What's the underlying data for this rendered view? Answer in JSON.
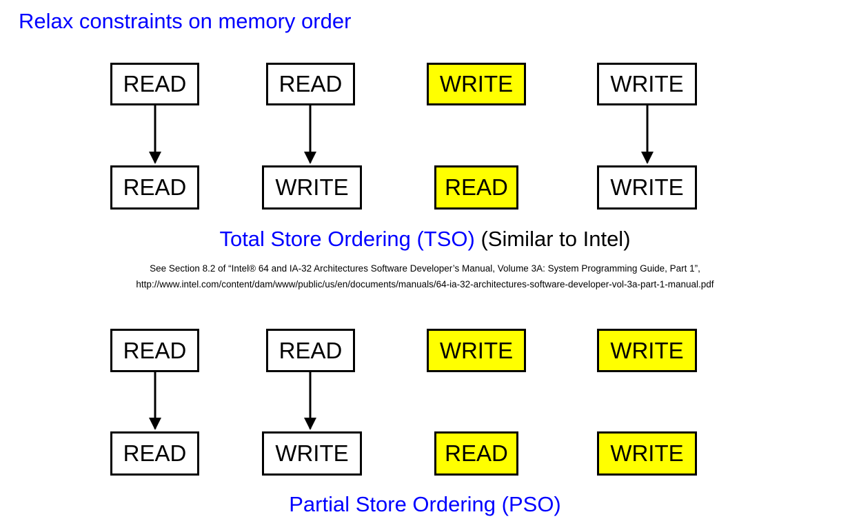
{
  "title": "Relax constraints on memory order",
  "colors": {
    "title_blue": "#0000ff",
    "highlight_yellow": "#ffff00",
    "border": "#000000"
  },
  "sections": [
    {
      "caption_blue": "Total Store Ordering (TSO)",
      "caption_black": " (Similar to Intel)",
      "pairs": [
        {
          "top": "READ",
          "bottom": "READ",
          "top_highlight": false,
          "bottom_highlight": false,
          "ordered": true
        },
        {
          "top": "READ",
          "bottom": "WRITE",
          "top_highlight": false,
          "bottom_highlight": false,
          "ordered": true
        },
        {
          "top": "WRITE",
          "bottom": "READ",
          "top_highlight": true,
          "bottom_highlight": true,
          "ordered": false
        },
        {
          "top": "WRITE",
          "bottom": "WRITE",
          "top_highlight": false,
          "bottom_highlight": false,
          "ordered": true
        }
      ]
    },
    {
      "caption_blue": "Partial Store Ordering (PSO)",
      "caption_black": "",
      "pairs": [
        {
          "top": "READ",
          "bottom": "READ",
          "top_highlight": false,
          "bottom_highlight": false,
          "ordered": true
        },
        {
          "top": "READ",
          "bottom": "WRITE",
          "top_highlight": false,
          "bottom_highlight": false,
          "ordered": true
        },
        {
          "top": "WRITE",
          "bottom": "READ",
          "top_highlight": true,
          "bottom_highlight": true,
          "ordered": false
        },
        {
          "top": "WRITE",
          "bottom": "WRITE",
          "top_highlight": true,
          "bottom_highlight": true,
          "ordered": false
        }
      ]
    }
  ],
  "reference": {
    "line1": "See Section 8.2 of “Intel® 64 and IA-32 Architectures Software Developer’s Manual, Volume 3A: System Programming Guide, Part 1”,",
    "line2": "http://www.intel.com/content/dam/www/public/us/en/documents/manuals/64-ia-32-architectures-software-developer-vol-3a-part-1-manual.pdf"
  }
}
